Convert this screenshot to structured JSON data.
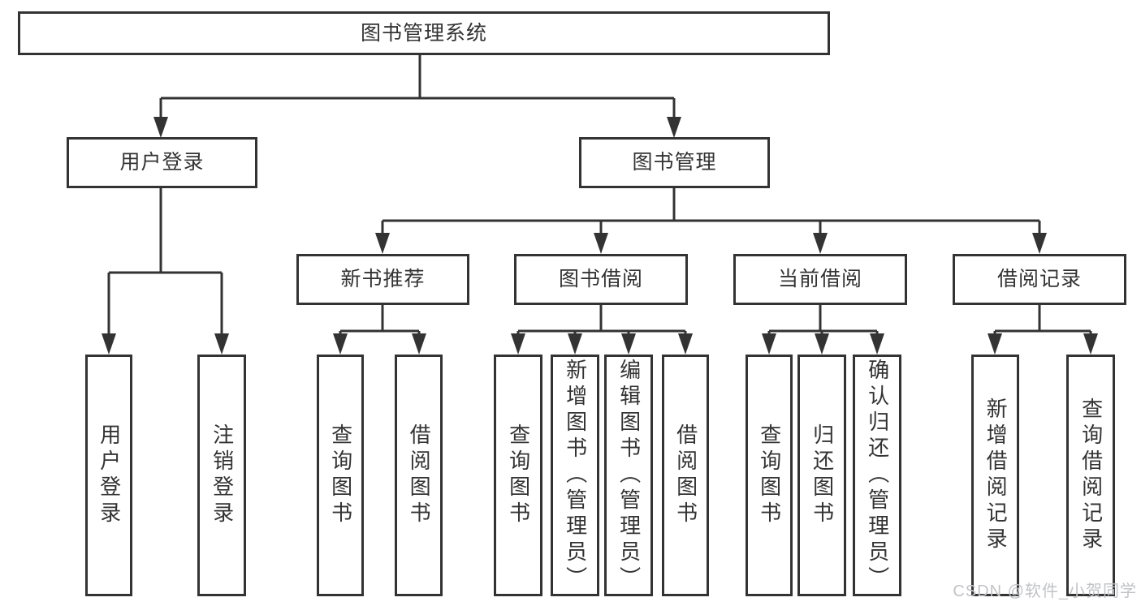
{
  "diagram_type": "hierarchy-tree",
  "nodes": {
    "root": "图书管理系统",
    "level2": [
      "用户登录",
      "图书管理"
    ],
    "level3": [
      "新书推荐",
      "图书借阅",
      "当前借阅",
      "借阅记录"
    ],
    "leaves": [
      "用户登录",
      "注销登录",
      "查询图书",
      "借阅图书",
      "查询图书",
      "新增图书（管理员）",
      "编辑图书（管理员）",
      "借阅图书",
      "查询图书",
      "归还图书",
      "确认归还（管理员）",
      "新增借阅记录",
      "查询借阅记录"
    ]
  },
  "hierarchy": {
    "图书管理系统": [
      "用户登录",
      "图书管理"
    ],
    "用户登录": [
      "用户登录",
      "注销登录"
    ],
    "图书管理": [
      "新书推荐",
      "图书借阅",
      "当前借阅",
      "借阅记录"
    ],
    "新书推荐": [
      "查询图书",
      "借阅图书"
    ],
    "图书借阅": [
      "查询图书",
      "新增图书（管理员）",
      "编辑图书（管理员）",
      "借阅图书"
    ],
    "当前借阅": [
      "查询图书",
      "归还图书",
      "确认归还（管理员）"
    ],
    "借阅记录": [
      "新增借阅记录",
      "查询借阅记录"
    ]
  },
  "watermark": {
    "text": "CSDN @软件_小贺同学"
  },
  "colors": {
    "line": "#333333",
    "box_border": "#333333",
    "text": "#333333",
    "background": "#ffffff",
    "watermark": "#c2c3c7"
  }
}
